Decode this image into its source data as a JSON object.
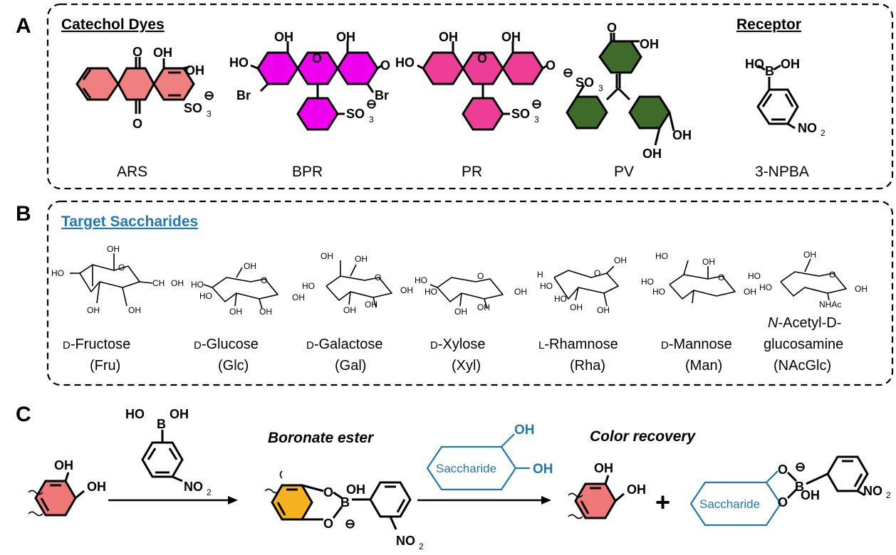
{
  "panels": {
    "a": {
      "letter": "A",
      "header_left": "Catechol Dyes",
      "header_right": "Receptor",
      "compounds": [
        {
          "label": "ARS",
          "color": "#f08080"
        },
        {
          "label": "BPR",
          "color": "#ee00ee"
        },
        {
          "label": "PR",
          "color": "#ee3d96"
        },
        {
          "label": "PV",
          "color": "#3f6b2a"
        },
        {
          "label": "3-NPBA",
          "color": "#ffffff"
        }
      ]
    },
    "b": {
      "letter": "B",
      "header": "Target Saccharides",
      "header_color": "#1f78b4",
      "saccharides": [
        {
          "prefix": "D",
          "name": "-Fructose",
          "abbr": "(Fru)"
        },
        {
          "prefix": "D",
          "name": "-Glucose",
          "abbr": "(Glc)"
        },
        {
          "prefix": "D",
          "name": "-Galactose",
          "abbr": "(Gal)"
        },
        {
          "prefix": "D",
          "name": "-Xylose",
          "abbr": "(Xyl)"
        },
        {
          "prefix": "L",
          "name": "-Rhamnose",
          "abbr": "(Rha)"
        },
        {
          "prefix": "D",
          "name": "-Mannose",
          "abbr": "(Man)"
        },
        {
          "prefix": "N",
          "name": "-Acetyl-D-",
          "line2": "glucosamine",
          "abbr": "(NAcGlc)"
        }
      ]
    },
    "c": {
      "letter": "C",
      "label_boronate": "Boronate ester",
      "label_recovery": "Color recovery",
      "saccharide_box": "Saccharide",
      "plus": "+",
      "catechol_color": "#f07878",
      "ester_color": "#f5b21c",
      "saccharide_color": "#1f78b4"
    }
  },
  "atoms": {
    "oh": "OH",
    "ho": "HO",
    "o": "O",
    "b": "B",
    "br": "Br",
    "so3": "SO",
    "sub3": "3",
    "no2": "NO",
    "sub2": "2",
    "ch2oh": "CH",
    "ch2oh_tail": "OH",
    "h3c": "H",
    "nhac": "NHAc",
    "minus": "⊖"
  }
}
